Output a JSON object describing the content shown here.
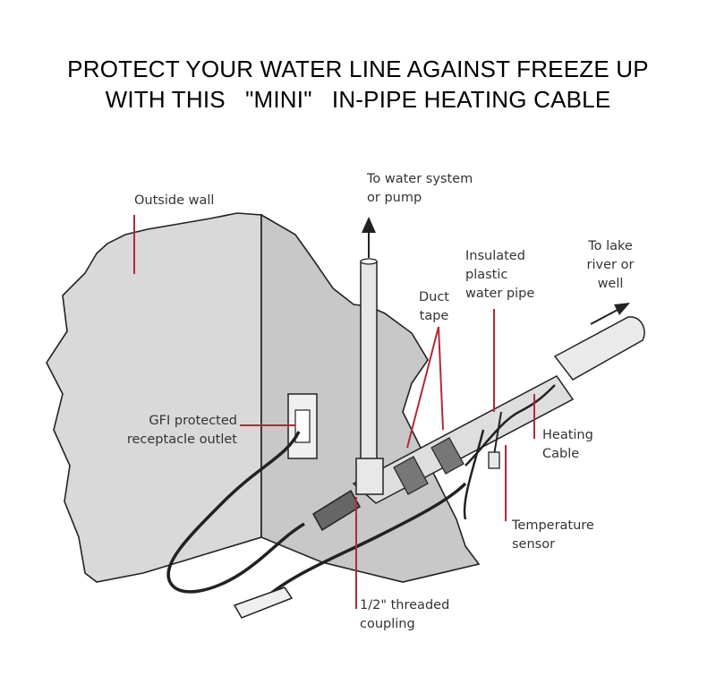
{
  "title": {
    "line1": "PROTECT YOUR WATER LINE AGAINST FREEZE UP",
    "line2": "WITH THIS   \"MINI\"   IN-PIPE HEATING CABLE"
  },
  "labels": {
    "outside_wall": "Outside wall",
    "to_water_system": "To water system\nor pump",
    "to_lake": "To lake\nriver or\nwell",
    "insulated_pipe": "Insulated\nplastic\nwater pipe",
    "duct_tape": "Duct\ntape",
    "gfi": "GFI protected\nreceptacle outlet",
    "heating_cable": "Heating\nCable",
    "temperature_sensor": "Temperature\nsensor",
    "threaded_coupling": "1/2\" threaded\ncoupling"
  },
  "colors": {
    "leader": "#b02a3a",
    "outline": "#222222",
    "wall_fill": "#d9d9d9",
    "wall_side": "#c4c4c4",
    "pipe_fill": "#dcdcdc",
    "tape_fill": "#7a7a7a"
  }
}
